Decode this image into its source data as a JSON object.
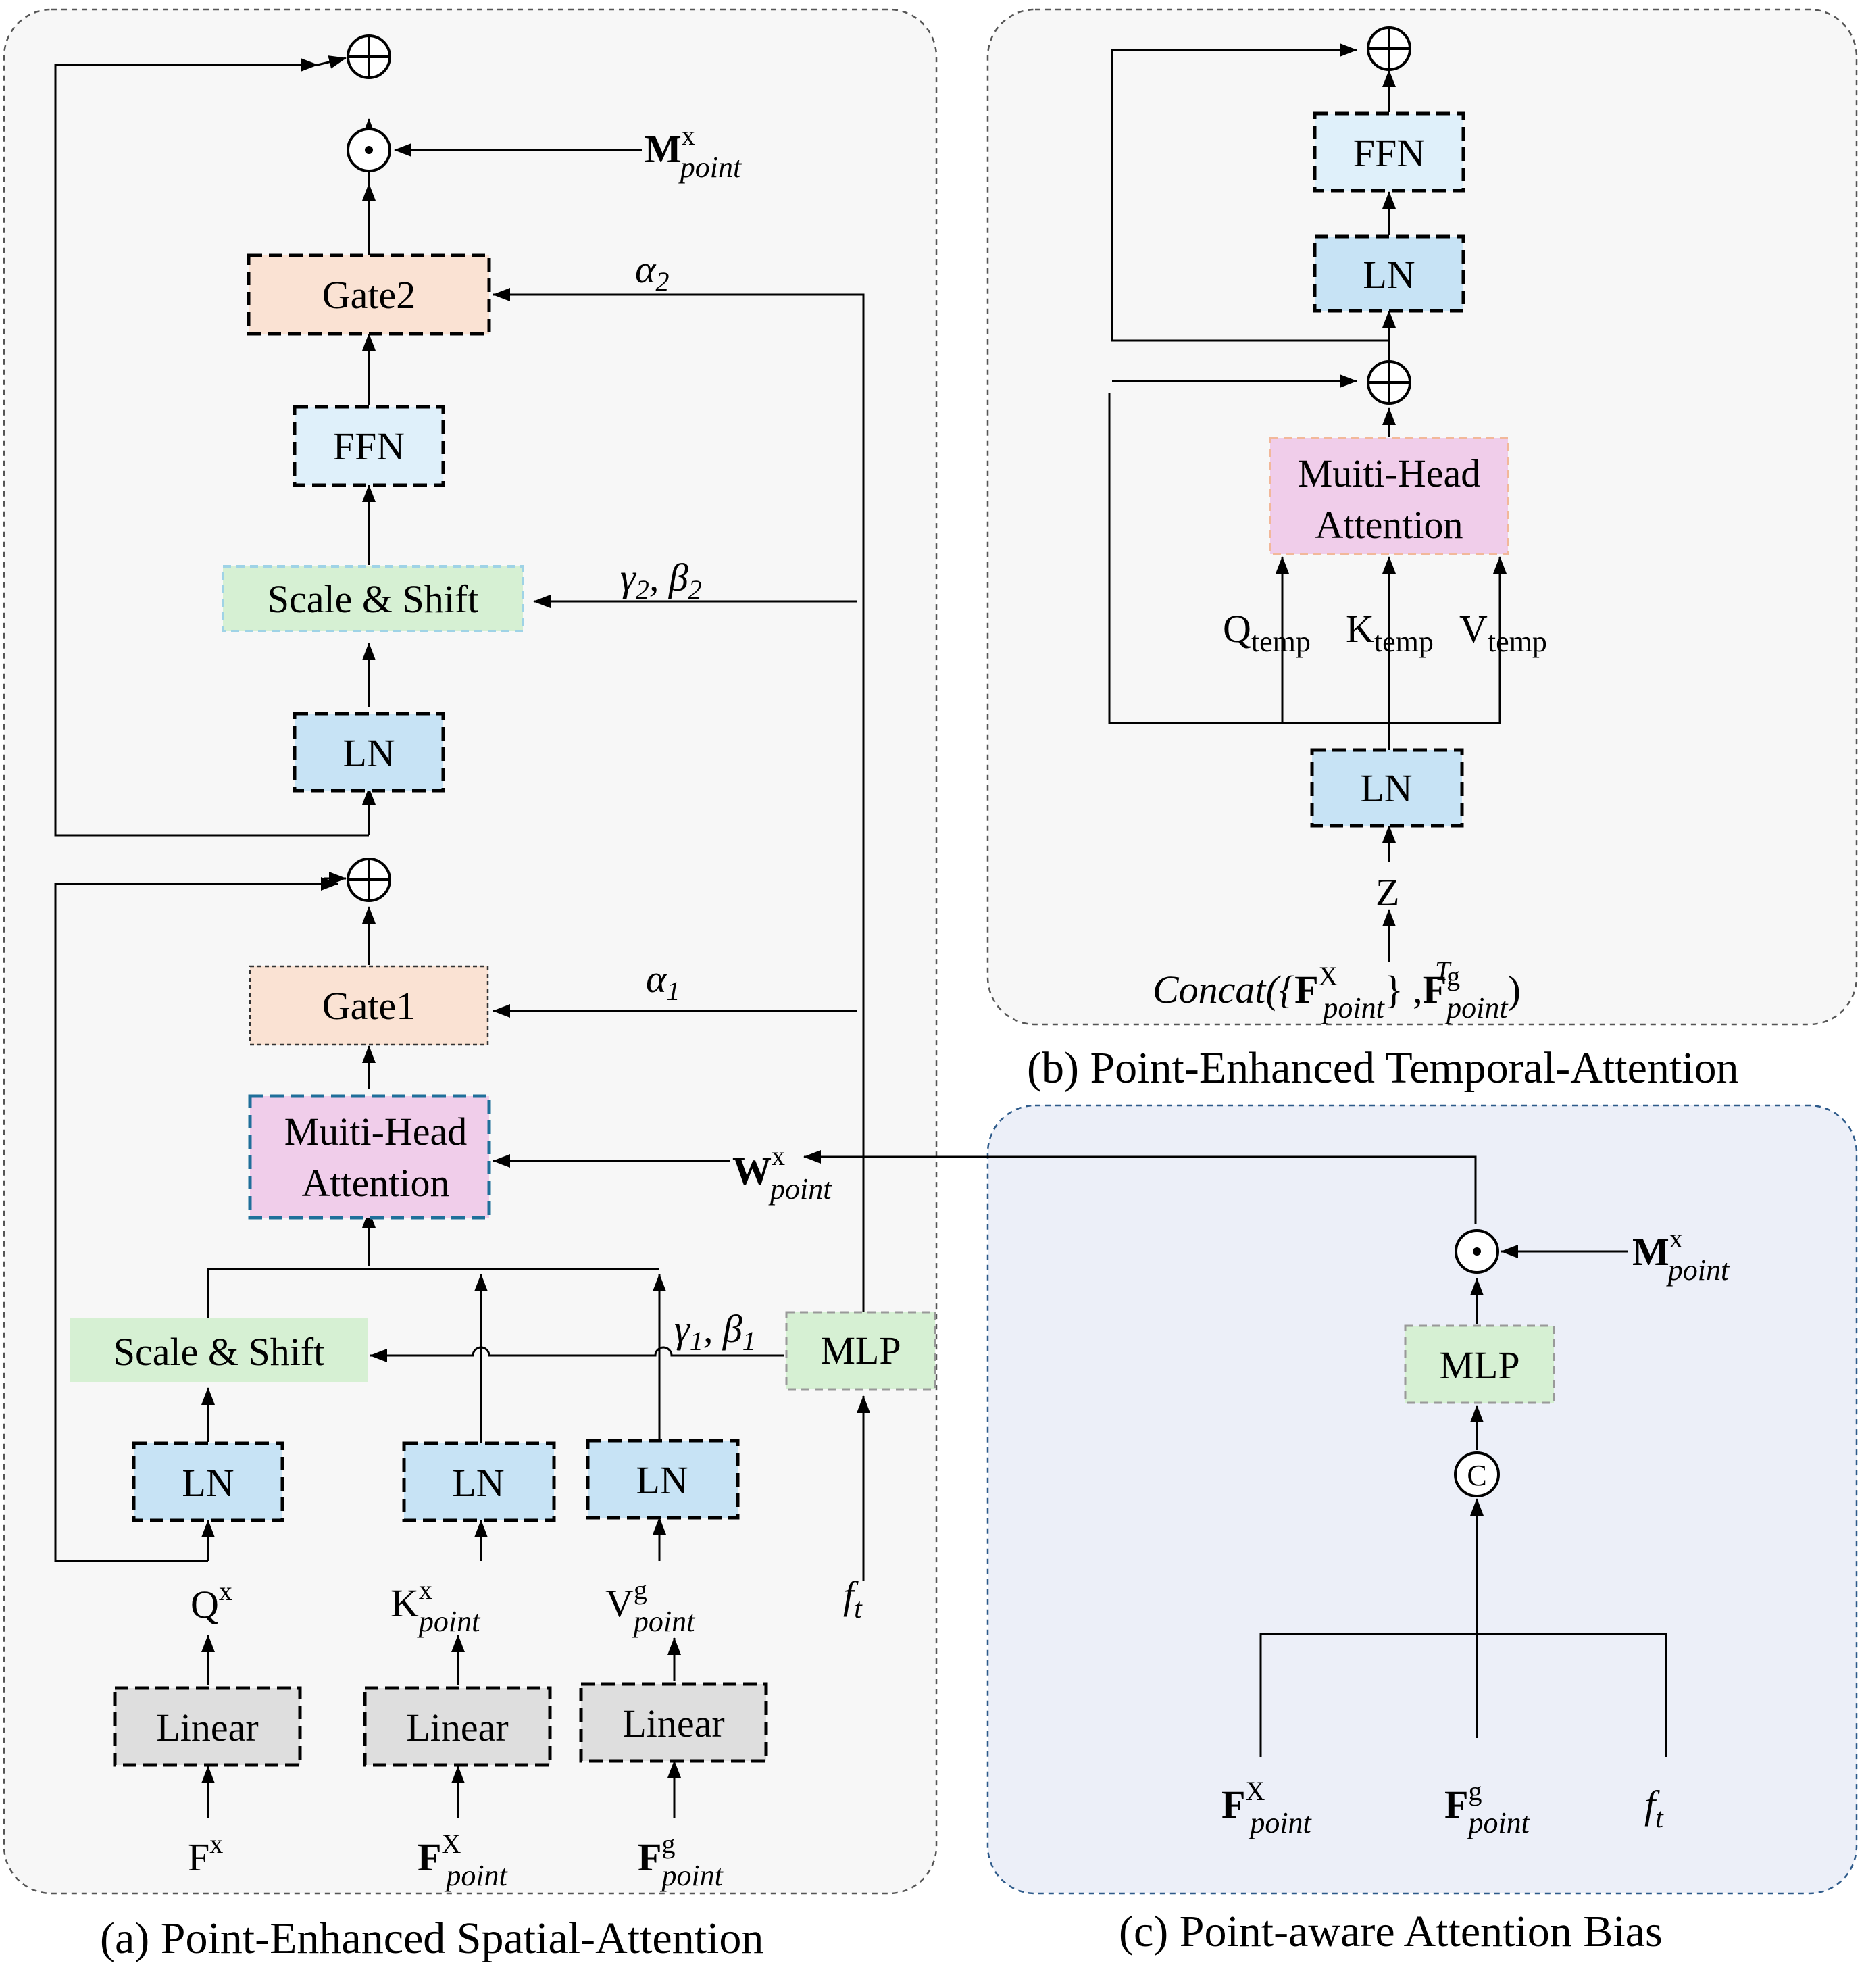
{
  "panels": {
    "a": {
      "caption": "(a)  Point-Enhanced Spatial-Attention",
      "blocks": {
        "gate2": "Gate2",
        "ffn": "FFN",
        "scale_shift_top": "Scale & Shift",
        "ln_top": "LN",
        "gate1": "Gate1",
        "mha_line1": "Muiti-Head",
        "mha_line2": "Attention",
        "scale_shift_bottom": "Scale & Shift",
        "mlp": "MLP",
        "ln_q": "LN",
        "ln_k": "LN",
        "ln_v": "LN",
        "linear_q": "Linear",
        "linear_k": "Linear",
        "linear_v": "Linear"
      },
      "labels": {
        "alpha2": "α",
        "alpha2_sub": "2",
        "gamma2": "γ",
        "gamma2_sub": "2",
        "beta2": "β",
        "beta2_sub": "2",
        "alpha1": "α",
        "alpha1_sub": "1",
        "gamma1": "γ",
        "gamma1_sub": "1",
        "beta1": "β",
        "beta1_sub": "1",
        "w_main": "W",
        "w_sup": "x",
        "w_sub": "point",
        "m_main": "M",
        "m_sup": "x",
        "m_sub": "point",
        "q_main": "Q",
        "q_sup": "x",
        "k_main": "K",
        "k_sup": "x",
        "k_sub": "point",
        "v_main": "V",
        "v_sup": "g",
        "v_sub": "point",
        "ft_main": "f",
        "ft_sub": "t",
        "fx_main": "F",
        "fx_sup": "x",
        "fxp_main": "F",
        "fxp_sup": "X",
        "fxp_sub": "point",
        "fgp_main": "F",
        "fgp_sup": "g",
        "fgp_sub": "point"
      },
      "symbols": {
        "plus": "⊕",
        "dot": "⊙"
      }
    },
    "b": {
      "caption": "(b)  Point-Enhanced Temporal-Attention",
      "blocks": {
        "ffn": "FFN",
        "ln_top": "LN",
        "mha_line1": "Muiti-Head",
        "mha_line2": "Attention",
        "ln_bottom": "LN"
      },
      "labels": {
        "q_main": "Q",
        "q_sub": "temp",
        "k_main": "K",
        "k_sub": "temp",
        "v_main": "V",
        "v_sub": "temp",
        "z": "Z",
        "concat_pre": "Concat({",
        "f1_main": "F",
        "f1_sup": "X",
        "f1_sub": "point",
        "t_sup": "T",
        "sep": "} ,",
        "f2_main": "F",
        "f2_sup": "g",
        "f2_sub": "point",
        "close": ")"
      }
    },
    "c": {
      "caption": "(c)  Point-aware Attention Bias",
      "blocks": {
        "mlp": "MLP",
        "concat": "C"
      },
      "labels": {
        "m_main": "M",
        "m_sup": "x",
        "m_sub": "point",
        "fx_main": "F",
        "fx_sup": "X",
        "fx_sub": "point",
        "fg_main": "F",
        "fg_sup": "g",
        "fg_sub": "point",
        "ft_main": "f",
        "ft_sub": "t"
      }
    }
  },
  "colors": {
    "orange_block": "#fae2d3",
    "blue_block": "#c7e3f5",
    "light_blue_block": "#dff0fa",
    "green_block": "#d6f0d3",
    "pink_block": "#f0cdea",
    "gray_block": "#dedede",
    "panel_gray": "#f7f7f7",
    "panel_blue": "#eceff8"
  }
}
